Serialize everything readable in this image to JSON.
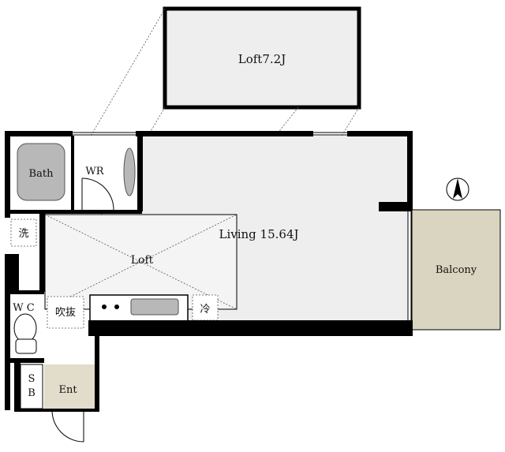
{
  "floorplan": {
    "loft_upper_label": "Loft7.2J",
    "living_label": "Living 15.64J",
    "loft_label": "Loft",
    "bath_label": "Bath",
    "wr_label": "WR",
    "washer_label": "洗",
    "wc_label": "W C",
    "fukinuke_label": "吹抜",
    "fridge_label": "冷",
    "sb_label_top": "S",
    "sb_label_bottom": "B",
    "entrance_label": "Ent",
    "balcony_label": "Balcony",
    "compass_label": "N"
  },
  "colors": {
    "wall": "#000000",
    "room_fill": "#eeeeee",
    "balcony_fill": "#d9d5c0",
    "entrance_fill": "#e2dccb",
    "fixture_fill": "#b8b8b8"
  }
}
